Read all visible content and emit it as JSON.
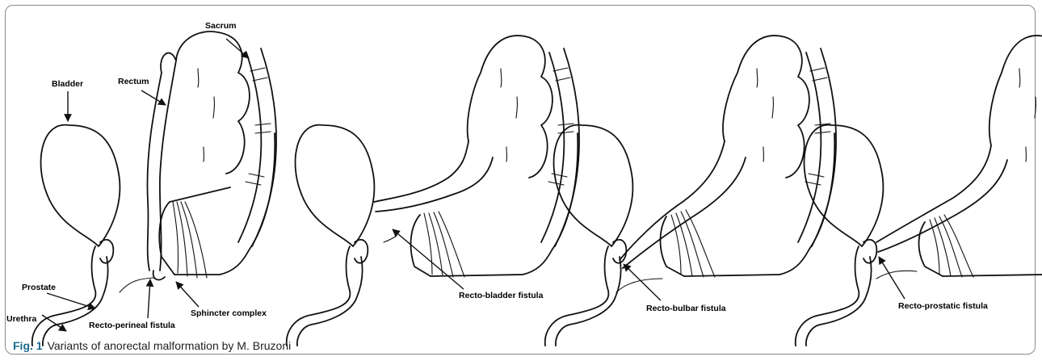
{
  "figure": {
    "caption_label": "Fig. 1",
    "caption_text": "Variants of anorectal malformation by M. Bruzoni",
    "panels": [
      {
        "labels": {
          "sacrum": "Sacrum",
          "rectum": "Rectum",
          "bladder": "Bladder",
          "prostate": "Prostate",
          "urethra": "Urethra",
          "sphincter": "Sphincter complex",
          "fistula": "Recto-perineal fistula"
        }
      },
      {
        "labels": {
          "fistula": "Recto-bladder fistula"
        }
      },
      {
        "labels": {
          "fistula": "Recto-bulbar fistula"
        }
      },
      {
        "labels": {
          "fistula": "Recto-prostatic fistula"
        }
      }
    ]
  }
}
